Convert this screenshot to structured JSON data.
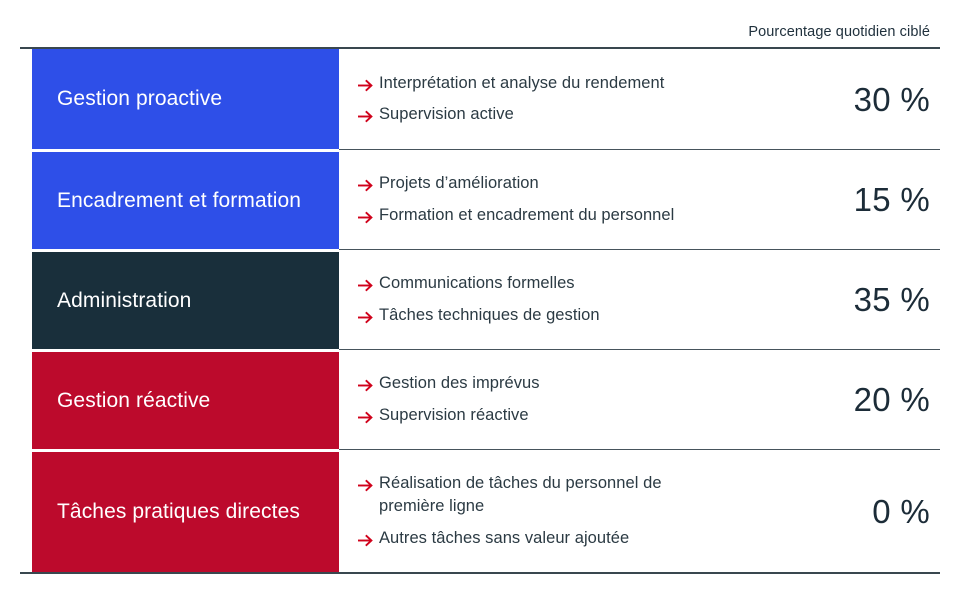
{
  "header": {
    "legend_label": "Pourcentage quotidien ciblé"
  },
  "colors": {
    "blue": "#2e4fe8",
    "dark": "#192f3b",
    "red": "#bc0a2c",
    "arrow_red": "#d0021b",
    "text_dark": "#1c2c38",
    "rule": "#39474f"
  },
  "icons": {
    "bullet_arrow": "arrow-right-icon"
  },
  "rows": [
    {
      "category": "Gestion proactive",
      "block_color": "#2e4fe8",
      "items": [
        "Interprétation et analyse du rendement",
        "Supervision active"
      ],
      "value": "30 %"
    },
    {
      "category": "Encadrement et formation",
      "block_color": "#2e4fe8",
      "items": [
        "Projets d’amélioration",
        "Formation et encadrement du personnel"
      ],
      "value": "15 %"
    },
    {
      "category": "Administration",
      "block_color": "#192f3b",
      "items": [
        "Communications formelles",
        "Tâches techniques de gestion"
      ],
      "value": "35 %"
    },
    {
      "category": "Gestion réactive",
      "block_color": "#bc0a2c",
      "items": [
        "Gestion des imprévus",
        "Supervision réactive"
      ],
      "value": "20 %"
    },
    {
      "category": "Tâches pratiques directes",
      "block_color": "#bc0a2c",
      "items": [
        "Réalisation de tâches du personnel de première ligne",
        "Autres tâches sans valeur ajoutée"
      ],
      "value": "0 %"
    }
  ],
  "chart_data": {
    "type": "table",
    "title": "Pourcentage quotidien ciblé",
    "categories": [
      "Gestion proactive",
      "Encadrement et formation",
      "Administration",
      "Gestion réactive",
      "Tâches pratiques directes"
    ],
    "values": [
      30,
      15,
      35,
      20,
      0
    ],
    "unit": "%",
    "value_labels": [
      "30 %",
      "15 %",
      "35 %",
      "20 %",
      "0 %"
    ],
    "ylabel": "Pourcentage quotidien ciblé",
    "xlabel": "",
    "legend_position": "top-right"
  }
}
